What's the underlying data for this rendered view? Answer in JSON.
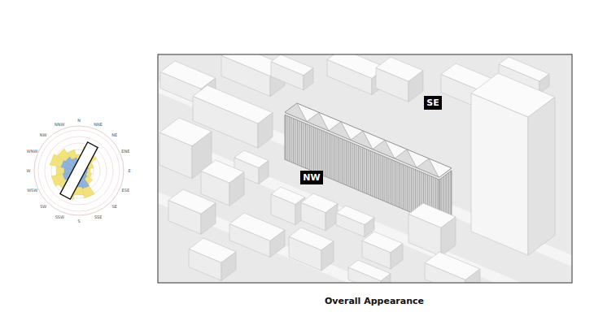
{
  "diagram": {
    "caption": "Overall Appearance",
    "nodes": [
      {
        "text": [
          "SE"
        ]
      },
      {
        "text": [
          "NW"
        ]
      }
    ],
    "labels": [
      "N",
      "NNE",
      "NE",
      "ENE",
      "E",
      "ESE",
      "SE",
      "SSE",
      "S",
      "SSW",
      "SW",
      "WSW",
      "W",
      "WNW",
      "NW",
      "NNW"
    ]
  }
}
